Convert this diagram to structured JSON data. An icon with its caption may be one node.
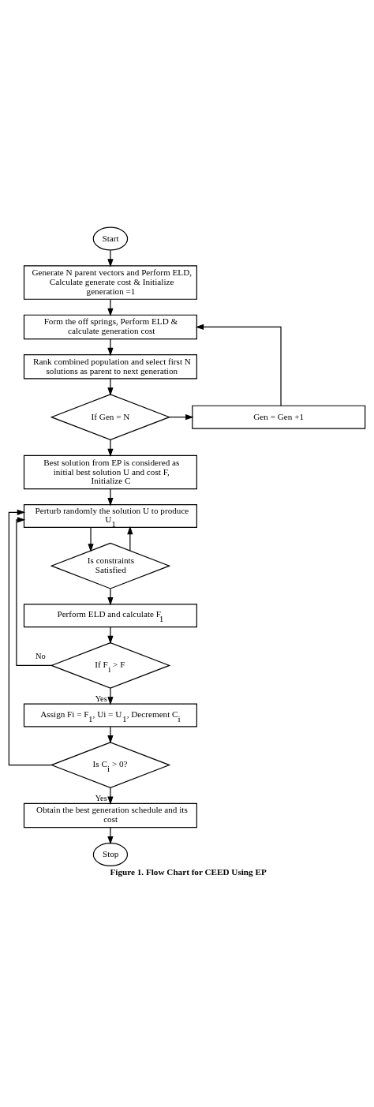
{
  "diagram": {
    "caption": "Figure 1. Flow Chart for CEED Using EP",
    "nodes": [
      {
        "text": [
          "Start"
        ]
      },
      {
        "text": [
          "Generate N parent vectors and Perform ELD, Calculate generate cost & Initialize generation =1"
        ]
      },
      {
        "text": [
          "Form the off springs, Perform ELD & calculate generation cost"
        ]
      },
      {
        "text": [
          "Rank combined population and select first N solutions as parent to next generation"
        ]
      },
      {
        "text": [
          "If Gen = N"
        ]
      },
      {
        "text": [
          "Gen = Gen +1"
        ]
      },
      {
        "text": [
          "Best solution from EP is considered as initial best solution U and cost F, Initialize C"
        ]
      },
      {
        "text": [
          "Perturb randomly the solution U to produce U$_{1}$"
        ]
      },
      {
        "text": [
          "Is constraints Satisfied"
        ]
      },
      {
        "text": [
          "Perform ELD and calculate F$_{1}$"
        ]
      },
      {
        "text": [
          "If F$_{i}$ > F"
        ]
      },
      {
        "text": [
          "Assign Fi = F$_{1}$, Ui = U$_{1}$, Decrement C$_{i}$"
        ]
      },
      {
        "text": [
          "Is C$_{i}$ > 0?"
        ]
      },
      {
        "text": [
          "Obtain the best generation schedule and its cost"
        ]
      },
      {
        "text": [
          "Stop"
        ]
      }
    ],
    "edges": [
      {
        "from": 0,
        "to": 1,
        "arrow": "to"
      },
      {
        "from": 1,
        "to": 2,
        "arrow": "to"
      },
      {
        "from": 2,
        "to": 3,
        "arrow": "to"
      },
      {
        "from": 3,
        "to": 4,
        "arrow": "to"
      },
      {
        "from": 4,
        "to": 5,
        "arrow": "to"
      },
      {
        "from": 5,
        "to": 2,
        "arrow": "to"
      },
      {
        "from": 4,
        "to": 6,
        "arrow": "to"
      },
      {
        "from": 6,
        "to": 7,
        "arrow": "to"
      },
      {
        "from": 7,
        "to": 8,
        "arrow": "to"
      },
      {
        "from": 8,
        "to": 9,
        "arrow": "to"
      },
      {
        "from": 8,
        "to": 7,
        "arrow": "to"
      },
      {
        "from": 9,
        "to": 10,
        "arrow": "to"
      },
      {
        "from": 10,
        "to": 7,
        "arrow": "to",
        "label": "No"
      },
      {
        "from": 10,
        "to": 11,
        "arrow": "to",
        "label": "Yes"
      },
      {
        "from": 11,
        "to": 12,
        "arrow": "to"
      },
      {
        "from": 12,
        "to": 7,
        "arrow": "to"
      },
      {
        "from": 12,
        "to": 13,
        "arrow": "to",
        "label": "Yes"
      },
      {
        "from": 13,
        "to": 14,
        "arrow": "to"
      }
    ]
  }
}
